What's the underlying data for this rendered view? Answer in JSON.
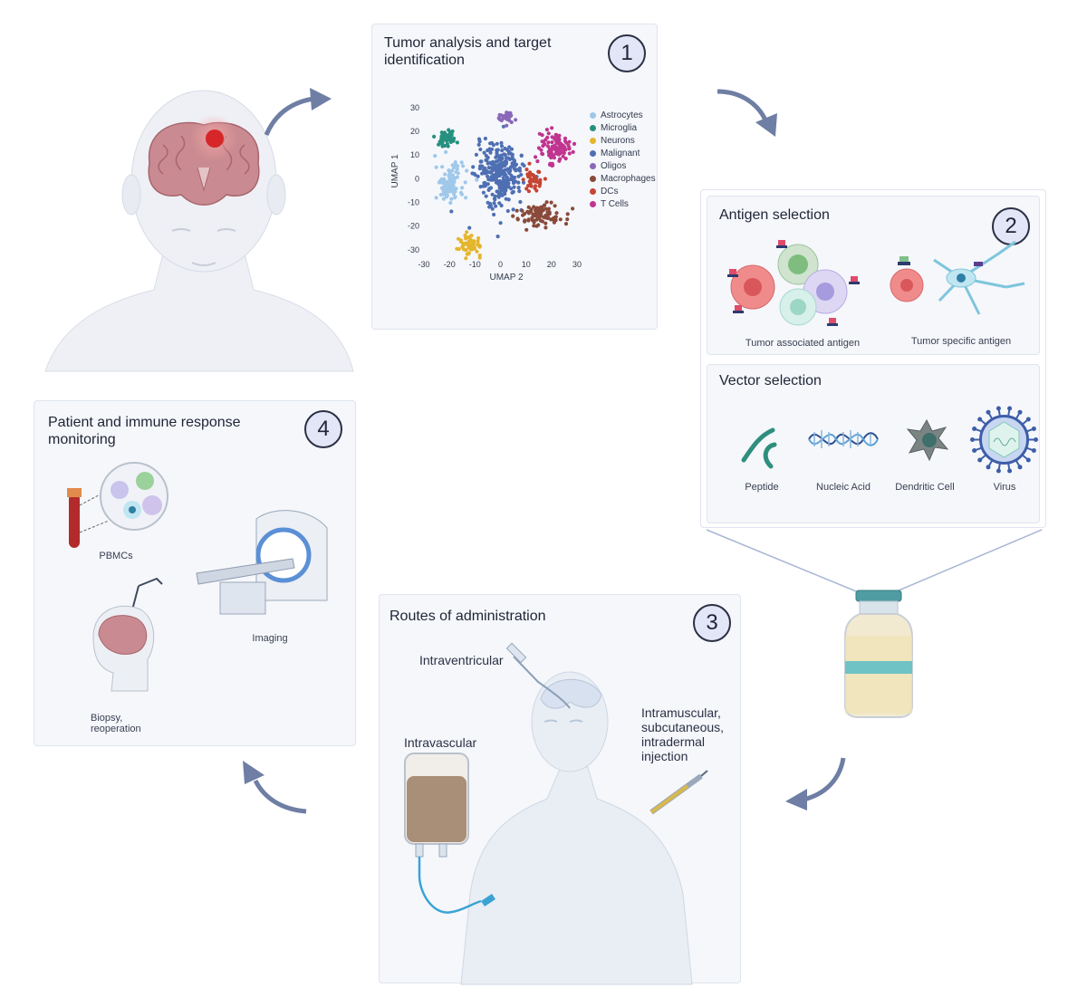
{
  "panel1": {
    "title": "Tumor analysis and target identification",
    "number": "1",
    "chart_data": {
      "type": "scatter",
      "xlabel": "UMAP 2",
      "ylabel": "UMAP 1",
      "xlim": [
        -30,
        30
      ],
      "ylim": [
        -35,
        33
      ],
      "xticks": [
        "-30",
        "-20",
        "-10",
        "0",
        "10",
        "20",
        "30"
      ],
      "yticks": [
        "30",
        "20",
        "10",
        "0",
        "-10",
        "-20",
        "-30"
      ],
      "legend_position": "right",
      "series": [
        {
          "name": "Astrocytes",
          "color": "#9fc8ea",
          "center": [
            -20,
            -2
          ],
          "spread": [
            5.5,
            8
          ],
          "n": 110
        },
        {
          "name": "Microglia",
          "color": "#26907f",
          "center": [
            -21,
            17
          ],
          "spread": [
            4.5,
            4
          ],
          "n": 45
        },
        {
          "name": "Neurons",
          "color": "#e5b52c",
          "center": [
            -12,
            -28
          ],
          "spread": [
            4.5,
            4.5
          ],
          "n": 55
        },
        {
          "name": "Malignant",
          "color": "#4f6fb3",
          "center": [
            0,
            2
          ],
          "spread": [
            9,
            13
          ],
          "n": 290
        },
        {
          "name": "Oligos",
          "color": "#8a68b8",
          "center": [
            2,
            26
          ],
          "spread": [
            3.5,
            3
          ],
          "n": 30
        },
        {
          "name": "Macrophages",
          "color": "#8a4a3a",
          "center": [
            16,
            -15
          ],
          "spread": [
            9,
            5
          ],
          "n": 90
        },
        {
          "name": "DCs",
          "color": "#c64534",
          "center": [
            13,
            0
          ],
          "spread": [
            3.5,
            4.5
          ],
          "n": 40
        },
        {
          "name": "T Cells",
          "color": "#c0348f",
          "center": [
            21,
            13
          ],
          "spread": [
            6,
            7
          ],
          "n": 95
        }
      ]
    }
  },
  "panel2": {
    "number": "2",
    "antigen_title": "Antigen selection",
    "antigen_labels": [
      "Tumor associated antigen",
      "Tumor specific antigen"
    ],
    "vector_title": "Vector selection",
    "vector_labels": [
      "Peptide",
      "Nucleic Acid",
      "Dendritic Cell",
      "Virus"
    ]
  },
  "panel3": {
    "title": "Routes of administration",
    "number": "3",
    "routes": {
      "intraventricular": "Intraventricular",
      "intravascular": "Intravascular",
      "injection": [
        "Intramuscular,",
        "subcutaneous,",
        "intradermal",
        "injection"
      ]
    }
  },
  "panel4": {
    "title": [
      "Patient and immune response",
      "monitoring"
    ],
    "number": "4",
    "labels": {
      "pbmcs": "PBMCs",
      "imaging": "Imaging",
      "biopsy": [
        "Biopsy,",
        "reoperation"
      ]
    }
  },
  "colors": {
    "panel_bg": "#f5f7fb",
    "badge_bg": "#e3e6f7",
    "arrow": "#6e7ea4",
    "tumor": "#d6262a"
  }
}
